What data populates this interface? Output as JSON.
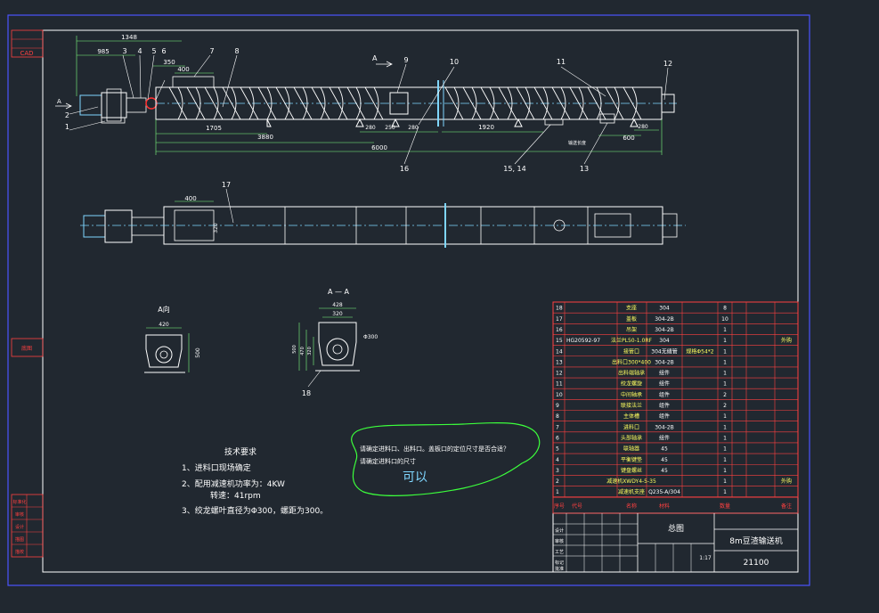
{
  "side_labels": {
    "top_1": "",
    "top_2": "CAD",
    "mid": "底图",
    "bottom_1": "标准化",
    "bottom_2": "审核",
    "bottom_3": "设计",
    "bottom_4": "描图",
    "bottom_5": "描校"
  },
  "front_view": {
    "dims": {
      "d1348": "1348",
      "d985": "985",
      "d350": "350",
      "d400": "400",
      "d1705": "1705",
      "d3880": "3880",
      "d6000": "6000",
      "d280a": "280",
      "d250a": "250",
      "d280b": "280",
      "d1920": "1920",
      "d600": "600",
      "d280c": "280",
      "d_text": "输送长度"
    },
    "section_marker": "A",
    "side_marker": "A",
    "balloons": [
      "1",
      "2",
      "3",
      "4",
      "5",
      "6",
      "7",
      "8",
      "9",
      "10",
      "11",
      "12",
      "13",
      "15, 14",
      "16"
    ]
  },
  "plan_view": {
    "d400": "400",
    "d320": "320",
    "balloon": "17"
  },
  "view_a": {
    "title": "A向",
    "w": "420",
    "h": "500"
  },
  "section_aa": {
    "title": "A — A",
    "w1": "428",
    "w2": "320",
    "phi": "Φ300",
    "h1": "500",
    "h2": "470",
    "h3": "320",
    "balloon": "18"
  },
  "tech": {
    "title": "技术要求",
    "lines": [
      "1、进料口现场确定",
      "2、配用减速机功率为：4KW",
      "转速：41rpm",
      "3、绞龙螺叶直径为Φ300，螺距为300。"
    ]
  },
  "note": {
    "line1": "请确定进料口、出料口。盖板口的定位尺寸是否合适？",
    "line2": "请确定进料口的尺寸",
    "answer": "可以"
  },
  "bom": {
    "rows": [
      {
        "no": "18",
        "code": "",
        "name": "支座",
        "mat": "304",
        "qty": "8",
        "note": ""
      },
      {
        "no": "17",
        "code": "",
        "name": "盖板",
        "mat": "304-2B",
        "qty": "10",
        "note": ""
      },
      {
        "no": "16",
        "code": "",
        "name": "吊架",
        "mat": "304-2B",
        "qty": "1",
        "note": ""
      },
      {
        "no": "15",
        "code": "HG20592-97",
        "name": "法兰PL50-1.0RF",
        "mat": "304",
        "qty": "1",
        "note": "外购"
      },
      {
        "no": "14",
        "code": "",
        "name": "接管口",
        "mat": "304无缝管",
        "qty": "1",
        "note": "",
        "extra": "规格Φ54*2"
      },
      {
        "no": "13",
        "code": "",
        "name": "出料口300*400",
        "mat": "304-2B",
        "qty": "1",
        "note": ""
      },
      {
        "no": "12",
        "code": "",
        "name": "出料端轴承",
        "mat": "组件",
        "qty": "1",
        "note": ""
      },
      {
        "no": "11",
        "code": "",
        "name": "绞龙螺旋",
        "mat": "组件",
        "qty": "1",
        "note": ""
      },
      {
        "no": "10",
        "code": "",
        "name": "中间轴承",
        "mat": "组件",
        "qty": "2",
        "note": ""
      },
      {
        "no": "9",
        "code": "",
        "name": "联接法兰",
        "mat": "组件",
        "qty": "2",
        "note": ""
      },
      {
        "no": "8",
        "code": "",
        "name": "主体槽",
        "mat": "组件",
        "qty": "1",
        "note": ""
      },
      {
        "no": "7",
        "code": "",
        "name": "进料口",
        "mat": "304-2B",
        "qty": "1",
        "note": ""
      },
      {
        "no": "6",
        "code": "",
        "name": "头部轴承",
        "mat": "组件",
        "qty": "1",
        "note": ""
      },
      {
        "no": "5",
        "code": "",
        "name": "联轴器",
        "mat": "45",
        "qty": "1",
        "note": ""
      },
      {
        "no": "4",
        "code": "",
        "name": "平衡键垫",
        "mat": "45",
        "qty": "1",
        "note": ""
      },
      {
        "no": "3",
        "code": "",
        "name": "键盘螺丝",
        "mat": "45",
        "qty": "1",
        "note": ""
      },
      {
        "no": "2",
        "code": "",
        "name": "减速机XWDY4-5-35",
        "mat": "",
        "qty": "1",
        "note": "外购"
      },
      {
        "no": "1",
        "code": "",
        "name": "减速机支座",
        "mat": "Q235-A/304",
        "qty": "1",
        "note": ""
      }
    ],
    "header": {
      "no": "序号",
      "code": "代号",
      "name": "名称",
      "mat": "材料",
      "qty": "数量",
      "note": "备注"
    }
  },
  "title_block": {
    "drawing_name": "总图",
    "company": "",
    "product": "8m豆渣输送机",
    "drawing_no": "21100",
    "scale": "1:17",
    "roles": [
      "标记",
      "设计",
      "审核",
      "工艺",
      "批准"
    ]
  }
}
